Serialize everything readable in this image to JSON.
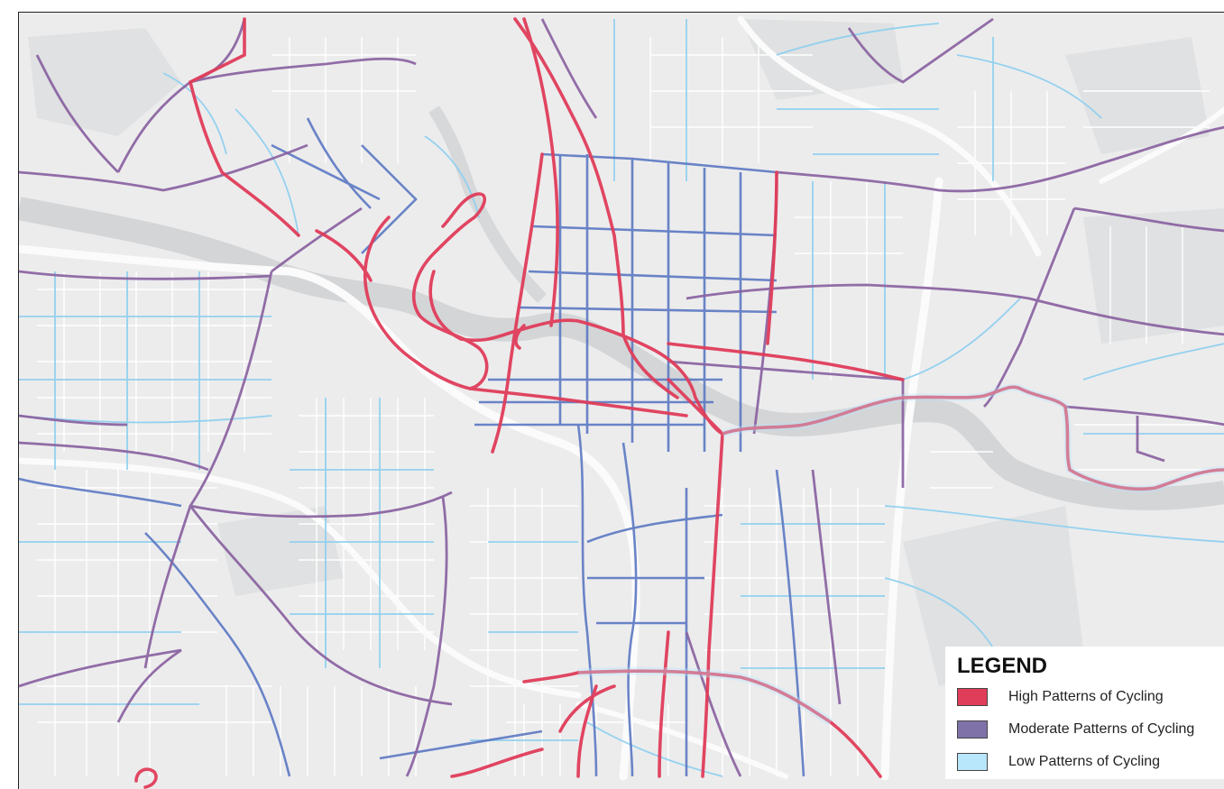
{
  "legend": {
    "title": "LEGEND",
    "items": [
      {
        "label": "High Patterns of Cycling",
        "color": "#e03d5a"
      },
      {
        "label": "Moderate Patterns of Cycling",
        "color": "#7f72a8"
      },
      {
        "label": "Low Patterns of Cycling",
        "color": "#b8e6fb"
      }
    ]
  },
  "colors": {
    "land": "#ececed",
    "park": "#dddfe0",
    "river": "#cdd0d2",
    "motorway": "#fafafa",
    "street": "#ffffff",
    "high": "#e03d5a",
    "moderate": "#7f72a8",
    "moderate_blue": "#5b78c2",
    "low": "#8fd0ef"
  }
}
